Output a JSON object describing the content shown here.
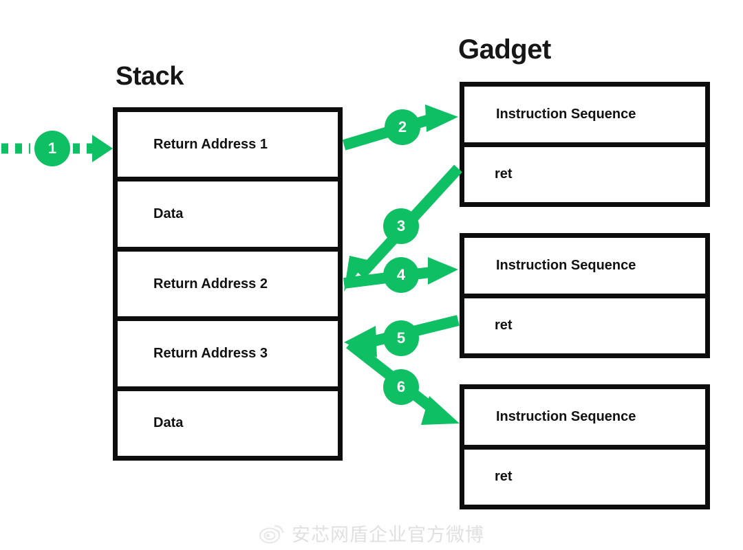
{
  "diagram": {
    "title_stack": "Stack",
    "title_gadget": "Gadget",
    "accent_color": "#0FBF63",
    "line_color": "#0D0D0D",
    "text_color": "#111111",
    "background": "#FFFFFF"
  },
  "stack": {
    "label": "Stack",
    "cells": [
      {
        "text": "Return Address 1"
      },
      {
        "text": "Data"
      },
      {
        "text": "Return Address 2"
      },
      {
        "text": "Return Address 3"
      },
      {
        "text": "Data"
      }
    ]
  },
  "gadgets": [
    {
      "name": "gadget-1",
      "rows": [
        {
          "text": "Instruction Sequence"
        },
        {
          "text": "ret"
        }
      ]
    },
    {
      "name": "gadget-2",
      "rows": [
        {
          "text": "Instruction Sequence"
        },
        {
          "text": "ret"
        }
      ]
    },
    {
      "name": "gadget-3",
      "rows": [
        {
          "text": "Instruction Sequence"
        },
        {
          "text": "ret"
        }
      ]
    }
  ],
  "steps": [
    {
      "number": "1",
      "style": "dashed",
      "from": "entry",
      "to": "stack: Return Address 1"
    },
    {
      "number": "2",
      "style": "solid",
      "from": "stack: Return Address 1",
      "to": "gadget-1: Instruction Sequence"
    },
    {
      "number": "3",
      "style": "solid",
      "from": "gadget-1: ret",
      "to": "stack: Return Address 2"
    },
    {
      "number": "4",
      "style": "solid",
      "from": "stack: Return Address 2",
      "to": "gadget-2: Instruction Sequence"
    },
    {
      "number": "5",
      "style": "solid",
      "from": "gadget-2: ret",
      "to": "stack: Return Address 3"
    },
    {
      "number": "6",
      "style": "solid",
      "from": "stack: Return Address 3",
      "to": "gadget-3: Instruction Sequence"
    }
  ],
  "watermark": {
    "text": "安芯网盾企业官方微博",
    "icon": "weibo-eye-icon"
  }
}
